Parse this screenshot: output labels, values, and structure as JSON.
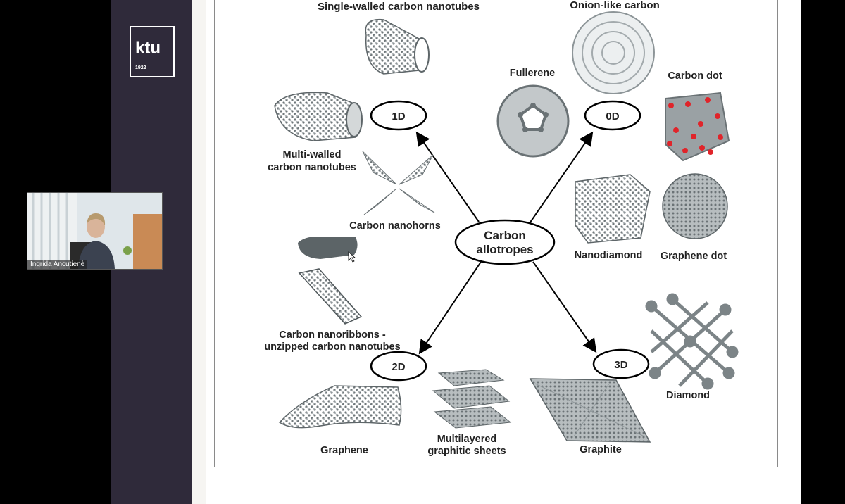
{
  "logo": {
    "name": "ktu",
    "year": "1922"
  },
  "video": {
    "participant_name": "Ingrida Ancutienė"
  },
  "diagram": {
    "center": {
      "line1": "Carbon",
      "line2": "allotropes"
    },
    "dims": {
      "d1": "1D",
      "d0": "0D",
      "d2": "2D",
      "d3": "3D"
    },
    "labels": {
      "swcnt": "Single-walled carbon nanotubes",
      "onion": "Onion-like carbon",
      "fullerene": "Fullerene",
      "carbon_dot": "Carbon dot",
      "mwcnt_1": "Multi-walled",
      "mwcnt_2": "carbon nanotubes",
      "nanohorns": "Carbon nanohorns",
      "nanodiamond": "Nanodiamond",
      "graphene_dot": "Graphene dot",
      "nanoribbons_1": "Carbon nanoribbons -",
      "nanoribbons_2": "unzipped carbon nanotubes",
      "diamond": "Diamond",
      "graphene": "Graphene",
      "multilayer_1": "Multilayered",
      "multilayer_2": "graphitic sheets",
      "graphite": "Graphite"
    }
  },
  "colors": {
    "sidebar": "#2f2a3a",
    "structure": "#8c9497",
    "dot_red": "#e0242a"
  }
}
